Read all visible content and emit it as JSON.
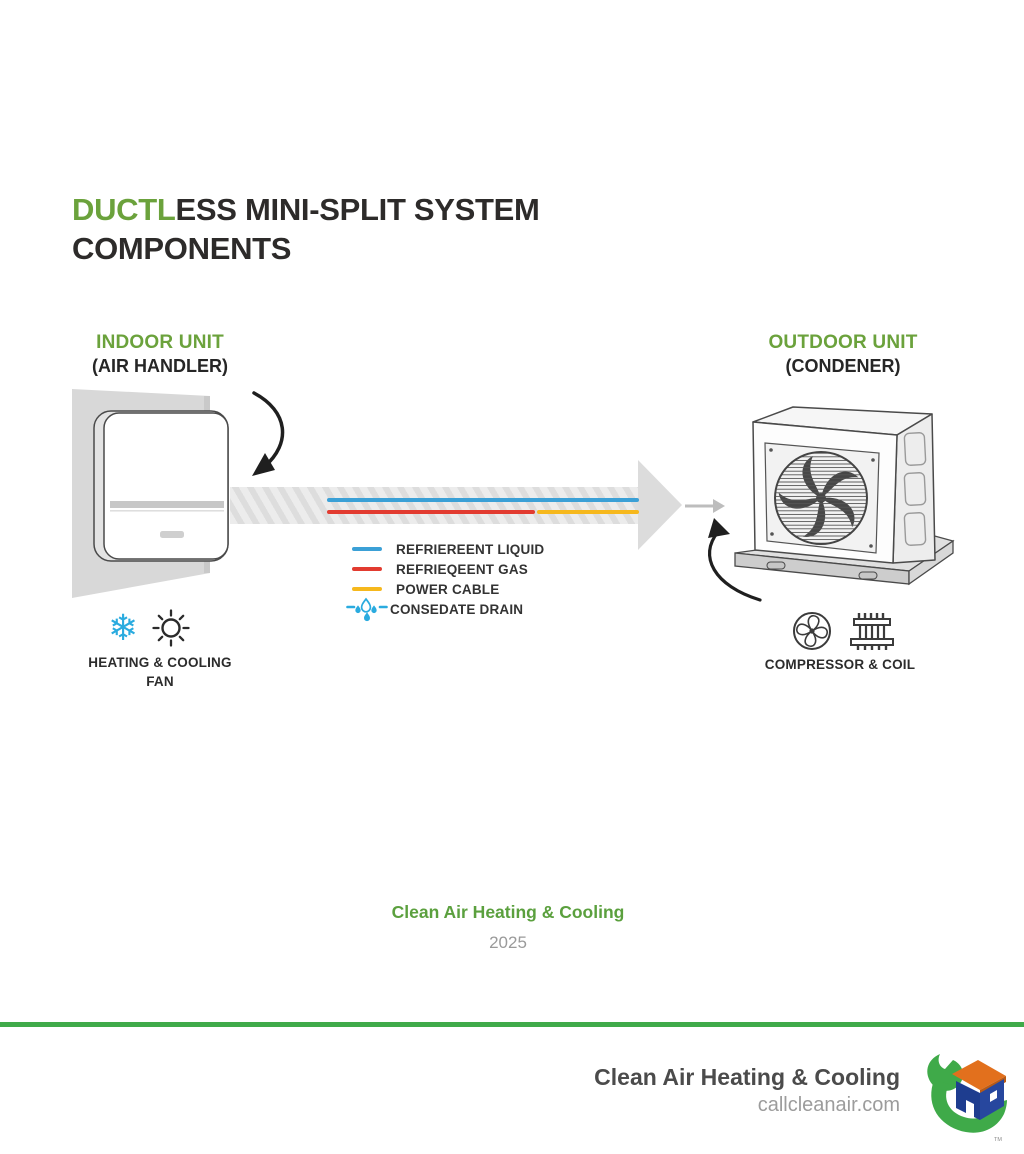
{
  "title": {
    "highlight": "DUCTL",
    "rest": "ESS MINI-SPLIT SYSTEM",
    "line2": "COMPONENTS"
  },
  "indoor_unit": {
    "label": "INDOOR UNIT",
    "sublabel": "(AIR HANDLER)",
    "caption_line1": "HEATING & COOLING",
    "caption_line2": "FAN"
  },
  "outdoor_unit": {
    "label": "OUTDOOR UNIT",
    "sublabel": "(CONDENER)",
    "caption": "COMPRESSOR & COIL"
  },
  "legend": {
    "items": [
      {
        "label": "REFRIEREENT LIQUID",
        "color": "#3ba0d6",
        "swatch": "line"
      },
      {
        "label": "REFRIEQEENT GAS",
        "color": "#e23b30",
        "swatch": "line"
      },
      {
        "label": "POWER CABLE",
        "color": "#f6b81d",
        "swatch": "line"
      },
      {
        "label": "CONSEDATE DRAIN",
        "color": "#2aabdf",
        "swatch": "droplets"
      }
    ]
  },
  "attribution": {
    "company": "Clean Air Heating & Cooling",
    "year": "2025"
  },
  "footer": {
    "company": "Clean Air Heating & Cooling",
    "website": "callcleanair.com",
    "trademark": "TM"
  },
  "colors": {
    "brand_green": "#6ba23c",
    "divider_green": "#3faa49",
    "title_dark": "#2d2b2a",
    "refrigerant_liquid_blue": "#3ba0d6",
    "refrigerant_gas_red": "#e23b30",
    "power_cable_yellow": "#f6b81d",
    "condensate_blue": "#2aabdf",
    "logo_orange": "#e2701d",
    "logo_navy": "#1e3d8f"
  }
}
